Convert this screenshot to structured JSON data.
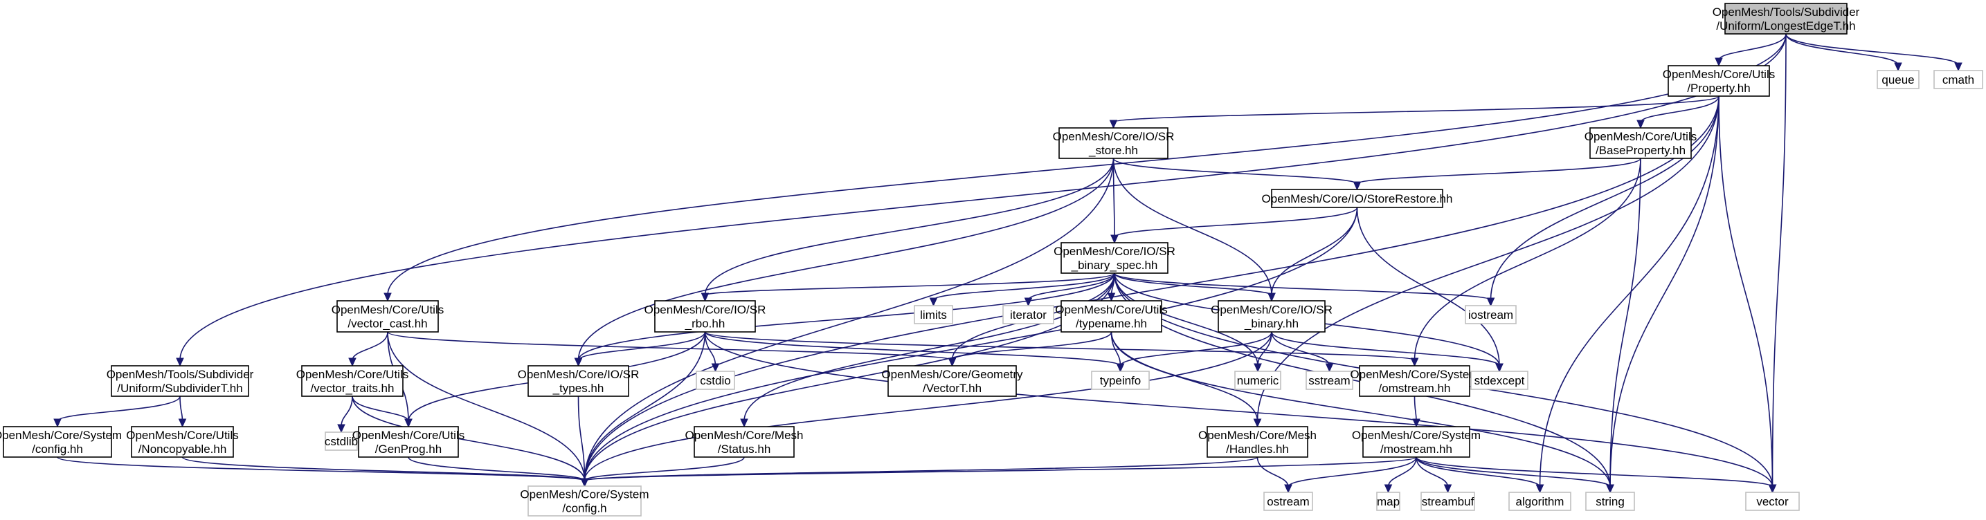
{
  "title": "Include dependency graph for LongestEdgeT.hh",
  "colors": {
    "edge": "#191970",
    "root_fill": "#bfbfbf",
    "node_border": "#000000",
    "external_border": "#bfbfbf",
    "text": "#000000"
  },
  "nodes": [
    {
      "id": "root",
      "lines": [
        "OpenMesh/Tools/Subdivider",
        "/Uniform/LongestEdgeT.hh"
      ],
      "kind": "root"
    },
    {
      "id": "property",
      "lines": [
        "OpenMesh/Core/Utils",
        "/Property.hh"
      ],
      "kind": "file"
    },
    {
      "id": "queue",
      "lines": [
        "queue"
      ],
      "kind": "external"
    },
    {
      "id": "cmath",
      "lines": [
        "cmath"
      ],
      "kind": "external"
    },
    {
      "id": "sr_store",
      "lines": [
        "OpenMesh/Core/IO/SR",
        "_store.hh"
      ],
      "kind": "file"
    },
    {
      "id": "baseproperty",
      "lines": [
        "OpenMesh/Core/Utils",
        "/BaseProperty.hh"
      ],
      "kind": "file"
    },
    {
      "id": "storerestore",
      "lines": [
        "OpenMesh/Core/IO/StoreRestore.hh"
      ],
      "kind": "file"
    },
    {
      "id": "sr_binary_spec",
      "lines": [
        "OpenMesh/Core/IO/SR",
        "_binary_spec.hh"
      ],
      "kind": "file"
    },
    {
      "id": "vector_cast",
      "lines": [
        "OpenMesh/Core/Utils",
        "/vector_cast.hh"
      ],
      "kind": "file"
    },
    {
      "id": "sr_rbo",
      "lines": [
        "OpenMesh/Core/IO/SR",
        "_rbo.hh"
      ],
      "kind": "file"
    },
    {
      "id": "limits",
      "lines": [
        "limits"
      ],
      "kind": "external"
    },
    {
      "id": "iterator",
      "lines": [
        "iterator"
      ],
      "kind": "external"
    },
    {
      "id": "typename",
      "lines": [
        "OpenMesh/Core/Utils",
        "/typename.hh"
      ],
      "kind": "file"
    },
    {
      "id": "sr_binary",
      "lines": [
        "OpenMesh/Core/IO/SR",
        "_binary.hh"
      ],
      "kind": "file"
    },
    {
      "id": "iostream",
      "lines": [
        "iostream"
      ],
      "kind": "external"
    },
    {
      "id": "subdividert",
      "lines": [
        "OpenMesh/Tools/Subdivider",
        "/Uniform/SubdividerT.hh"
      ],
      "kind": "file"
    },
    {
      "id": "vector_traits",
      "lines": [
        "OpenMesh/Core/Utils",
        "/vector_traits.hh"
      ],
      "kind": "file"
    },
    {
      "id": "sr_types",
      "lines": [
        "OpenMesh/Core/IO/SR",
        "_types.hh"
      ],
      "kind": "file"
    },
    {
      "id": "cstdio",
      "lines": [
        "cstdio"
      ],
      "kind": "external"
    },
    {
      "id": "vectort",
      "lines": [
        "OpenMesh/Core/Geometry",
        "/VectorT.hh"
      ],
      "kind": "file"
    },
    {
      "id": "typeinfo",
      "lines": [
        "typeinfo"
      ],
      "kind": "external"
    },
    {
      "id": "numeric",
      "lines": [
        "numeric"
      ],
      "kind": "external"
    },
    {
      "id": "sstream",
      "lines": [
        "sstream"
      ],
      "kind": "external"
    },
    {
      "id": "omstream",
      "lines": [
        "OpenMesh/Core/System",
        "/omstream.hh"
      ],
      "kind": "file"
    },
    {
      "id": "stdexcept",
      "lines": [
        "stdexcept"
      ],
      "kind": "external"
    },
    {
      "id": "config_hh",
      "lines": [
        "OpenMesh/Core/System",
        "/config.hh"
      ],
      "kind": "file"
    },
    {
      "id": "noncopyable",
      "lines": [
        "OpenMesh/Core/Utils",
        "/Noncopyable.hh"
      ],
      "kind": "file"
    },
    {
      "id": "cstdlib",
      "lines": [
        "cstdlib"
      ],
      "kind": "external"
    },
    {
      "id": "genprog",
      "lines": [
        "OpenMesh/Core/Utils",
        "/GenProg.hh"
      ],
      "kind": "file"
    },
    {
      "id": "status",
      "lines": [
        "OpenMesh/Core/Mesh",
        "/Status.hh"
      ],
      "kind": "file"
    },
    {
      "id": "handles",
      "lines": [
        "OpenMesh/Core/Mesh",
        "/Handles.hh"
      ],
      "kind": "file"
    },
    {
      "id": "mostream",
      "lines": [
        "OpenMesh/Core/System",
        "/mostream.hh"
      ],
      "kind": "file"
    },
    {
      "id": "config_h",
      "lines": [
        "OpenMesh/Core/System",
        "/config.h"
      ],
      "kind": "external"
    },
    {
      "id": "ostream",
      "lines": [
        "ostream"
      ],
      "kind": "external"
    },
    {
      "id": "map",
      "lines": [
        "map"
      ],
      "kind": "external"
    },
    {
      "id": "streambuf",
      "lines": [
        "streambuf"
      ],
      "kind": "external"
    },
    {
      "id": "algorithm",
      "lines": [
        "algorithm"
      ],
      "kind": "external"
    },
    {
      "id": "string",
      "lines": [
        "string"
      ],
      "kind": "external"
    },
    {
      "id": "vector",
      "lines": [
        "vector"
      ],
      "kind": "external"
    }
  ],
  "edges": [
    [
      "root",
      "property"
    ],
    [
      "root",
      "queue"
    ],
    [
      "root",
      "cmath"
    ],
    [
      "root",
      "vector"
    ],
    [
      "root",
      "vector_cast"
    ],
    [
      "root",
      "subdividert"
    ],
    [
      "property",
      "sr_store"
    ],
    [
      "property",
      "baseproperty"
    ],
    [
      "property",
      "config_h"
    ],
    [
      "property",
      "iostream"
    ],
    [
      "property",
      "string"
    ],
    [
      "property",
      "algorithm"
    ],
    [
      "property",
      "vector"
    ],
    [
      "property",
      "handles"
    ],
    [
      "sr_store",
      "storerestore"
    ],
    [
      "sr_store",
      "sr_binary_spec"
    ],
    [
      "sr_store",
      "sr_rbo"
    ],
    [
      "sr_store",
      "sr_types"
    ],
    [
      "sr_store",
      "sr_binary"
    ],
    [
      "sr_store",
      "config_h"
    ],
    [
      "baseproperty",
      "storerestore"
    ],
    [
      "baseproperty",
      "omstream"
    ],
    [
      "baseproperty",
      "string"
    ],
    [
      "storerestore",
      "sr_binary_spec"
    ],
    [
      "storerestore",
      "sr_binary"
    ],
    [
      "storerestore",
      "stdexcept"
    ],
    [
      "storerestore",
      "config_h"
    ],
    [
      "sr_binary_spec",
      "sr_rbo"
    ],
    [
      "sr_binary_spec",
      "sr_types"
    ],
    [
      "sr_binary_spec",
      "limits"
    ],
    [
      "sr_binary_spec",
      "iterator"
    ],
    [
      "sr_binary_spec",
      "typename"
    ],
    [
      "sr_binary_spec",
      "sr_binary"
    ],
    [
      "sr_binary_spec",
      "iostream"
    ],
    [
      "sr_binary_spec",
      "numeric"
    ],
    [
      "sr_binary_spec",
      "stdexcept"
    ],
    [
      "sr_binary_spec",
      "string"
    ],
    [
      "sr_binary_spec",
      "vector"
    ],
    [
      "sr_binary_spec",
      "vectort"
    ],
    [
      "sr_binary_spec",
      "status"
    ],
    [
      "sr_binary_spec",
      "config_h"
    ],
    [
      "vector_cast",
      "vector_traits"
    ],
    [
      "vector_cast",
      "genprog"
    ],
    [
      "vector_cast",
      "vectort"
    ],
    [
      "vector_cast",
      "config_h"
    ],
    [
      "sr_rbo",
      "sr_types"
    ],
    [
      "sr_rbo",
      "cstdio"
    ],
    [
      "sr_rbo",
      "genprog"
    ],
    [
      "sr_rbo",
      "config_h"
    ],
    [
      "sr_rbo",
      "typeinfo"
    ],
    [
      "sr_rbo",
      "omstream"
    ],
    [
      "sr_rbo",
      "vector"
    ],
    [
      "typename",
      "vectort"
    ],
    [
      "typename",
      "typeinfo"
    ],
    [
      "typename",
      "handles"
    ],
    [
      "typename",
      "string"
    ],
    [
      "sr_binary",
      "typeinfo"
    ],
    [
      "sr_binary",
      "numeric"
    ],
    [
      "sr_binary",
      "sstream"
    ],
    [
      "sr_binary",
      "stdexcept"
    ],
    [
      "sr_binary",
      "config_h"
    ],
    [
      "subdividert",
      "config_hh"
    ],
    [
      "subdividert",
      "noncopyable"
    ],
    [
      "vector_traits",
      "cstdlib"
    ],
    [
      "vector_traits",
      "genprog"
    ],
    [
      "vector_traits",
      "config_h"
    ],
    [
      "sr_types",
      "config_h"
    ],
    [
      "omstream",
      "mostream"
    ],
    [
      "config_hh",
      "config_h"
    ],
    [
      "noncopyable",
      "config_h"
    ],
    [
      "genprog",
      "config_h"
    ],
    [
      "status",
      "config_h"
    ],
    [
      "handles",
      "config_h"
    ],
    [
      "handles",
      "ostream"
    ],
    [
      "mostream",
      "config_h"
    ],
    [
      "mostream",
      "ostream"
    ],
    [
      "mostream",
      "map"
    ],
    [
      "mostream",
      "streambuf"
    ],
    [
      "mostream",
      "algorithm"
    ],
    [
      "mostream",
      "string"
    ],
    [
      "mostream",
      "vector"
    ]
  ]
}
